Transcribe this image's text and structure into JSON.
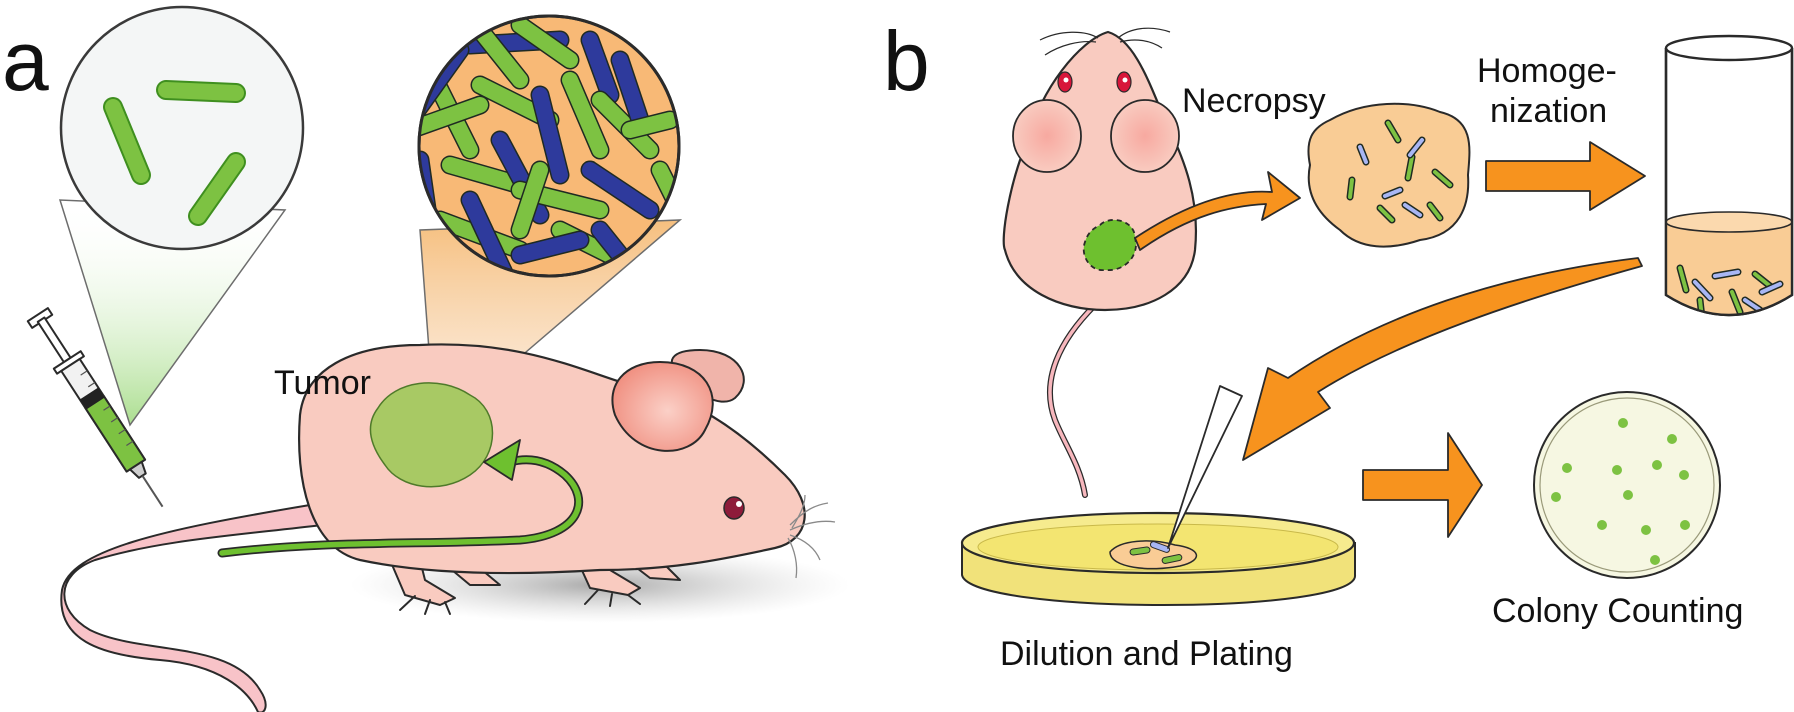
{
  "panels": {
    "a": {
      "letter": "a",
      "tumor_label": "Tumor"
    },
    "b": {
      "letter": "b",
      "necropsy_label": "Necropsy",
      "homogenization_line1": "Homoge-",
      "homogenization_line2": "nization",
      "plating_label": "Dilution and Plating",
      "counting_label": "Colony Counting"
    }
  },
  "colors": {
    "bacteria_green": "#7dc242",
    "bacteria_blue": "#2e3a9c",
    "mouse_skin": "#f9cbc0",
    "mouse_ear": "#f08f80",
    "tumor_green": "#9fc95a",
    "arrow_orange": "#f7931e",
    "tissue_orange": "#f9cc95",
    "agar_yellow": "#f4e98a",
    "colony_dish": "#f6f7e2"
  }
}
